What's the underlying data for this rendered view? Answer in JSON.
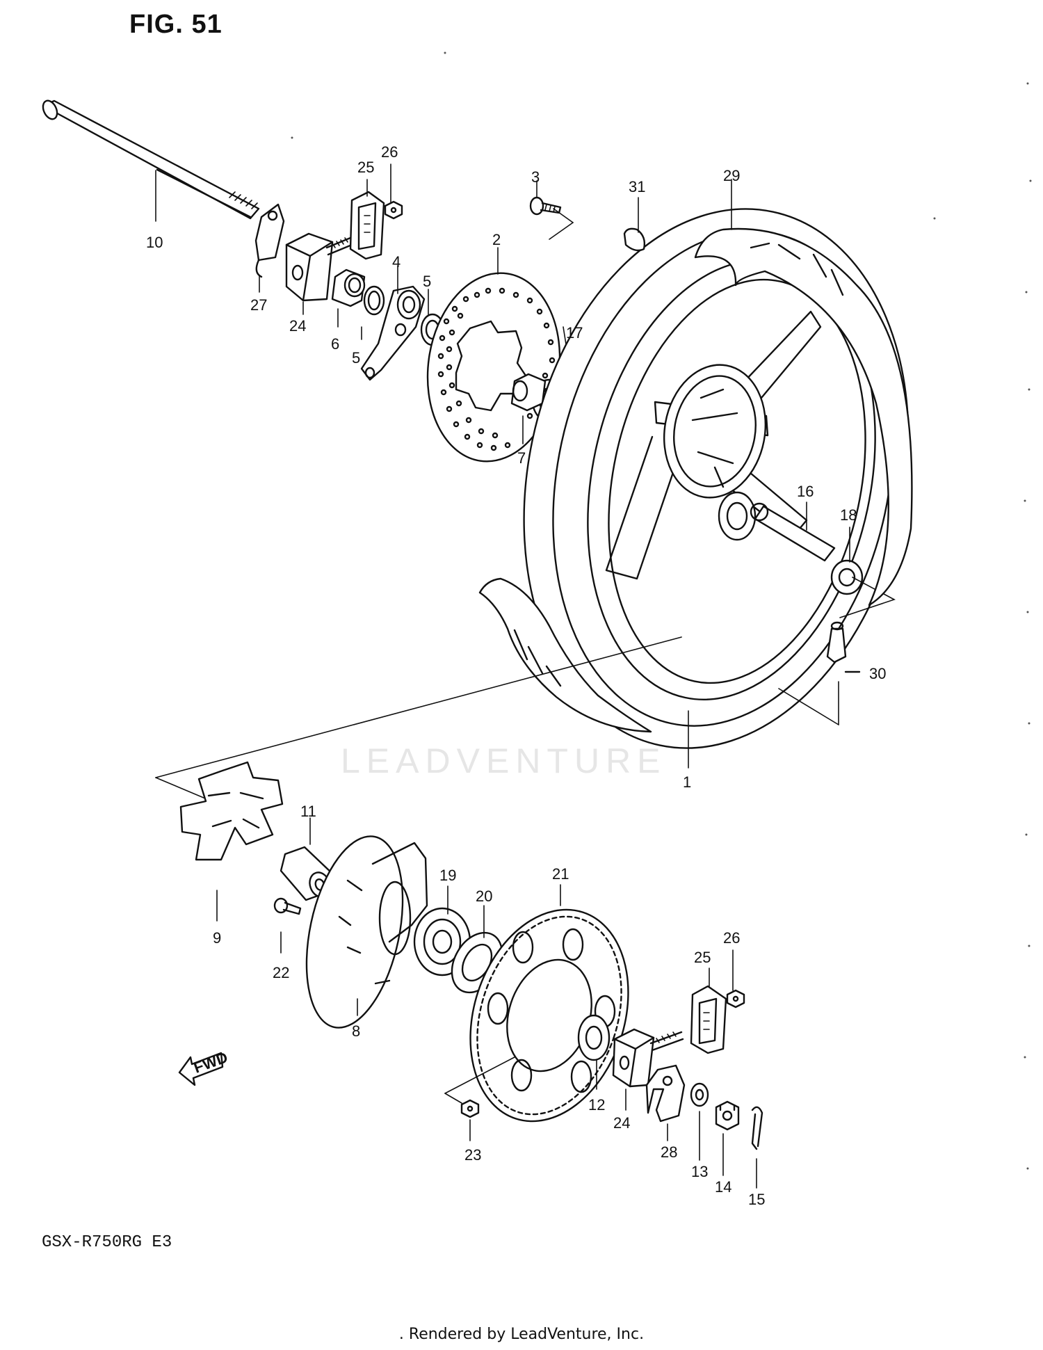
{
  "figure": {
    "title": "FIG. 51",
    "model": "GSX-R750RG  E3",
    "watermark": "LEADVENTURE",
    "footer": ". Rendered by LeadVenture, Inc.",
    "fwd_label": "FWD"
  },
  "callouts": [
    {
      "number": "1"
    },
    {
      "number": "2"
    },
    {
      "number": "3"
    },
    {
      "number": "4"
    },
    {
      "number": "5"
    },
    {
      "number": "5"
    },
    {
      "number": "6"
    },
    {
      "number": "7"
    },
    {
      "number": "8"
    },
    {
      "number": "9"
    },
    {
      "number": "10"
    },
    {
      "number": "11"
    },
    {
      "number": "12"
    },
    {
      "number": "13"
    },
    {
      "number": "14"
    },
    {
      "number": "15"
    },
    {
      "number": "16"
    },
    {
      "number": "17"
    },
    {
      "number": "18"
    },
    {
      "number": "19"
    },
    {
      "number": "20"
    },
    {
      "number": "21"
    },
    {
      "number": "22"
    },
    {
      "number": "23"
    },
    {
      "number": "24"
    },
    {
      "number": "24"
    },
    {
      "number": "25"
    },
    {
      "number": "25"
    },
    {
      "number": "26"
    },
    {
      "number": "26"
    },
    {
      "number": "27"
    },
    {
      "number": "28"
    },
    {
      "number": "29"
    },
    {
      "number": "30"
    },
    {
      "number": "31"
    }
  ]
}
